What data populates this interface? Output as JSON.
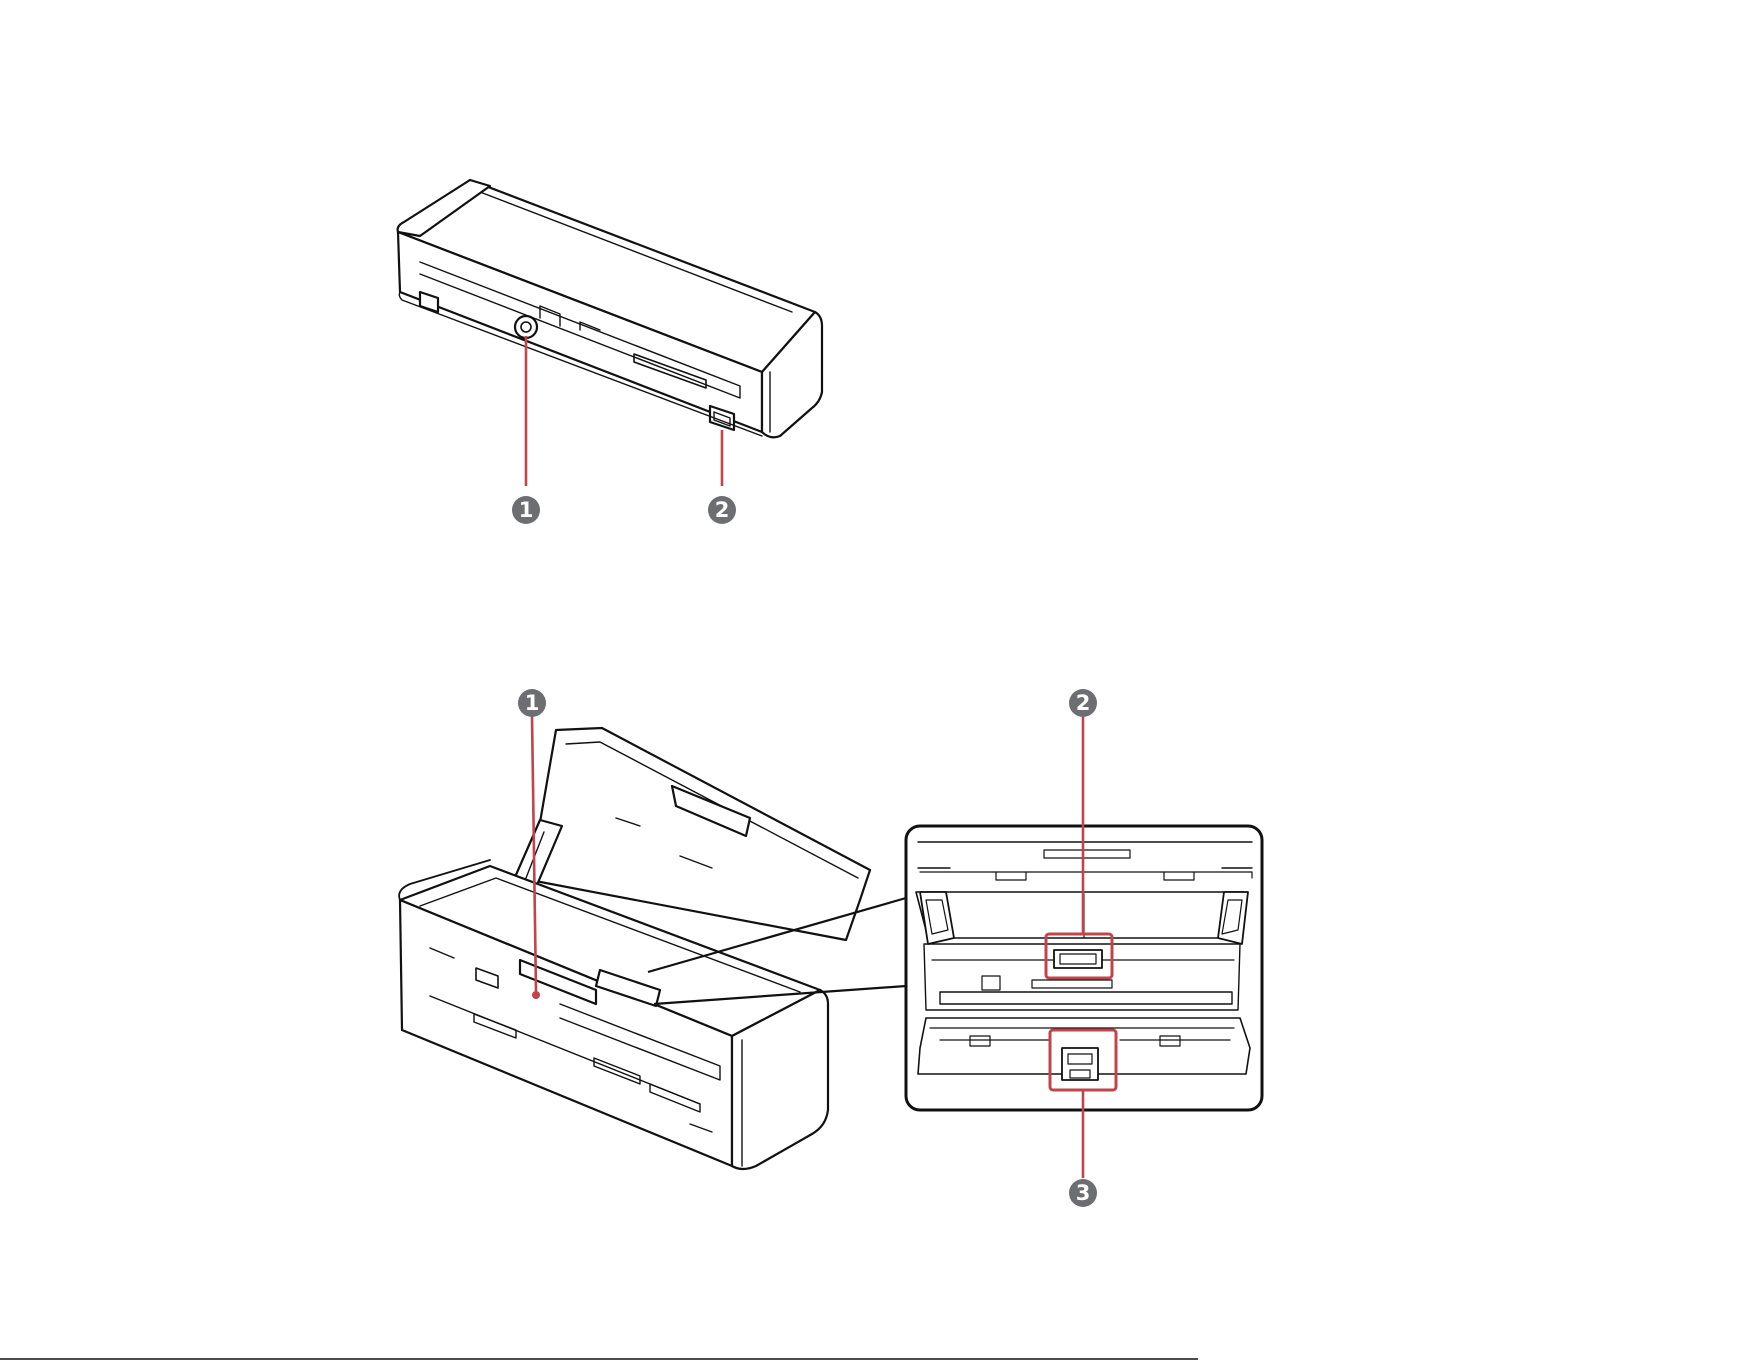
{
  "colors": {
    "outline": "#111111",
    "callout_line": "#c0444a",
    "callout_badge": "#6d6e71",
    "callout_text": "#ffffff",
    "highlight_box": "#c0444a",
    "background": "#ffffff"
  },
  "figures": [
    {
      "name": "scanner-back-view",
      "callouts": [
        {
          "number": "1"
        },
        {
          "number": "2"
        }
      ]
    },
    {
      "name": "scanner-open-view",
      "callouts": [
        {
          "number": "1"
        },
        {
          "number": "2"
        },
        {
          "number": "3"
        }
      ]
    }
  ]
}
